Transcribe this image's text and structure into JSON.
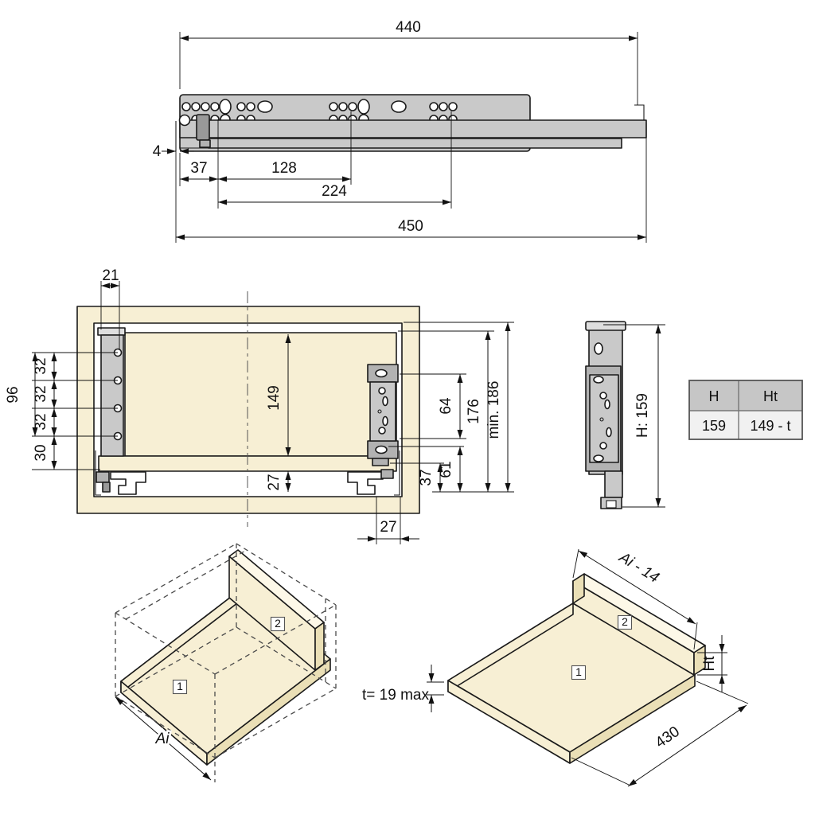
{
  "colors": {
    "line": "#1a1a1a",
    "dim": "#111111",
    "gray": "#c9c9c9",
    "gray_light": "#dedede",
    "gray_mid": "#b2b2b2",
    "gray_dark": "#999999",
    "beige": "#f7efd4",
    "beige_dark": "#eadfb6",
    "beige_light": "#fdf8e8",
    "table_head": "#c6c6c6",
    "table_cell": "#f1f1f1"
  },
  "top_view": {
    "dim_450": "450",
    "dim_440": "440",
    "dim_224": "224",
    "dim_128": "128",
    "dim_37": "37",
    "dim_4": "4"
  },
  "front_view": {
    "dim_21": "21",
    "dim_32_1": "32",
    "dim_32_2": "32",
    "dim_32_3": "32",
    "dim_96": "96",
    "dim_30": "30",
    "dim_149": "149",
    "dim_27_inner": "27",
    "dim_64": "64",
    "dim_61": "61",
    "dim_37": "37",
    "dim_176": "176",
    "dim_min_186": "min. 186",
    "dim_27_bottom": "27"
  },
  "side_view": {
    "dim_height": "H: 159"
  },
  "spec_table": {
    "headers": [
      "H",
      "Ht"
    ],
    "values": [
      "159",
      "149 - t"
    ]
  },
  "iso_cabinet": {
    "tag_bottom_panel": "1",
    "tag_back_panel": "2",
    "dim_width": "Ai"
  },
  "iso_panels": {
    "tag_bottom_panel": "1",
    "tag_back_panel": "2",
    "dim_width": "Ai - 14",
    "dim_back_height": "Ht",
    "dim_thickness": "t= 19 max",
    "dim_depth": "430"
  }
}
